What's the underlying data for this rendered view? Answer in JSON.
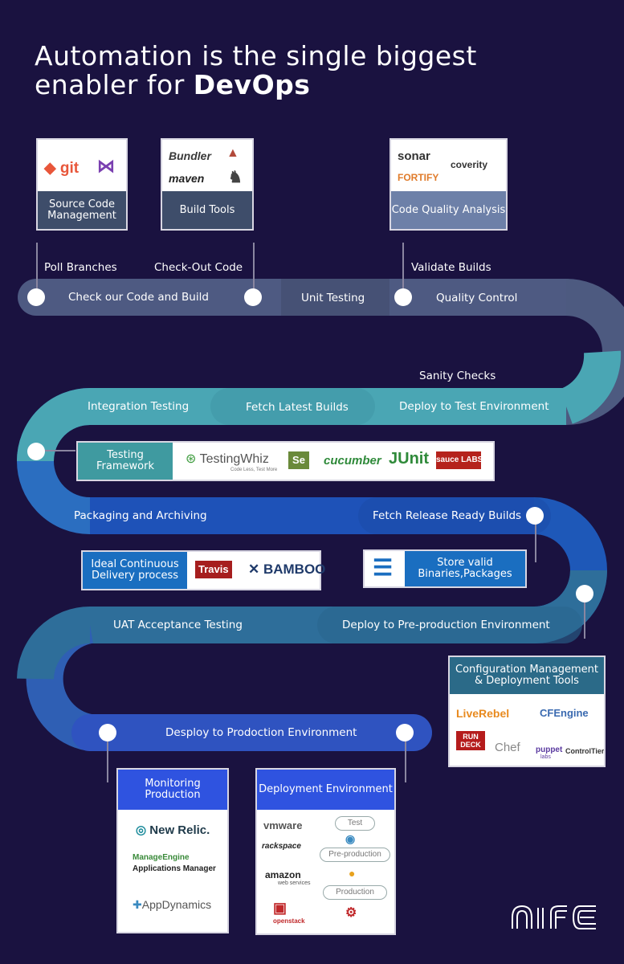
{
  "title": {
    "line1": "Automation is the single biggest",
    "line2_prefix": "enabler for ",
    "line2_bold": "DevOps"
  },
  "cards": {
    "source": {
      "caption": "Source Code Management",
      "logos": [
        "git",
        "visual-studio-icon"
      ]
    },
    "build": {
      "caption": "Build Tools",
      "logos": [
        "Bundler",
        "maven"
      ]
    },
    "quality": {
      "caption": "Code Quality Analysis",
      "logos": [
        "sonar",
        "coverity",
        "FORTIFY"
      ]
    }
  },
  "stems": {
    "poll": "Poll Branches",
    "checkout": "Check-Out Code",
    "validate": "Validate Builds",
    "sanity": "Sanity Checks"
  },
  "track": {
    "row1": [
      "Check our Code and Build",
      "Unit Testing",
      "Quality Control"
    ],
    "row2": [
      "Integration Testing",
      "Fetch Latest Builds",
      "Deploy to Test Environment"
    ],
    "row3": [
      "Packaging and Archiving",
      "Fetch Release Ready Builds"
    ],
    "row4": [
      "UAT Acceptance Testing",
      "Deploy to Pre-production Environment"
    ],
    "row5": [
      "Desploy to Prodoction Environment"
    ]
  },
  "testing": {
    "tag": "Testing Framework",
    "logos": [
      "TestingWhiz",
      "Se",
      "cucumber",
      "JUnit",
      "sauce LABS"
    ],
    "tagline": "Code Less, Test More"
  },
  "delivery": {
    "tag": "Ideal Continuous Delivery process",
    "logos": [
      "Travis",
      "BAMBOO"
    ]
  },
  "store": {
    "tag": "Store valid Binaries,Packages"
  },
  "config": {
    "caption": "Configuration Management & Deployment Tools",
    "logos": [
      "LiveRebel",
      "CFEngine",
      "RUN DECK",
      "Chef",
      "puppet",
      "ControlTier"
    ],
    "puppet_sub": "labs"
  },
  "monitoring": {
    "caption": "Monitoring Production",
    "logos": [
      "New Relic.",
      "ManageEngine",
      "Applications Manager",
      "AppDynamics"
    ]
  },
  "deployment": {
    "caption": "Deployment Environment",
    "logos": [
      "vmware",
      "rackspace",
      "amazon",
      "web services",
      "openstack"
    ],
    "stages": [
      "Test",
      "Pre-production",
      "Production"
    ]
  },
  "brand": {
    "name": "NIFE"
  },
  "colors": {
    "bg": "#1a1240",
    "row1": "#4d5a80",
    "row2": "#4aa6b4",
    "row3": "#1e52b8",
    "row4": "#2e6e9a",
    "row5": "#2f53c0",
    "cardcap_dark": "#3e4d6a",
    "cardcap_light": "#6d80a8",
    "teal": "#3f9aa0",
    "blue": "#1a6ec0"
  }
}
